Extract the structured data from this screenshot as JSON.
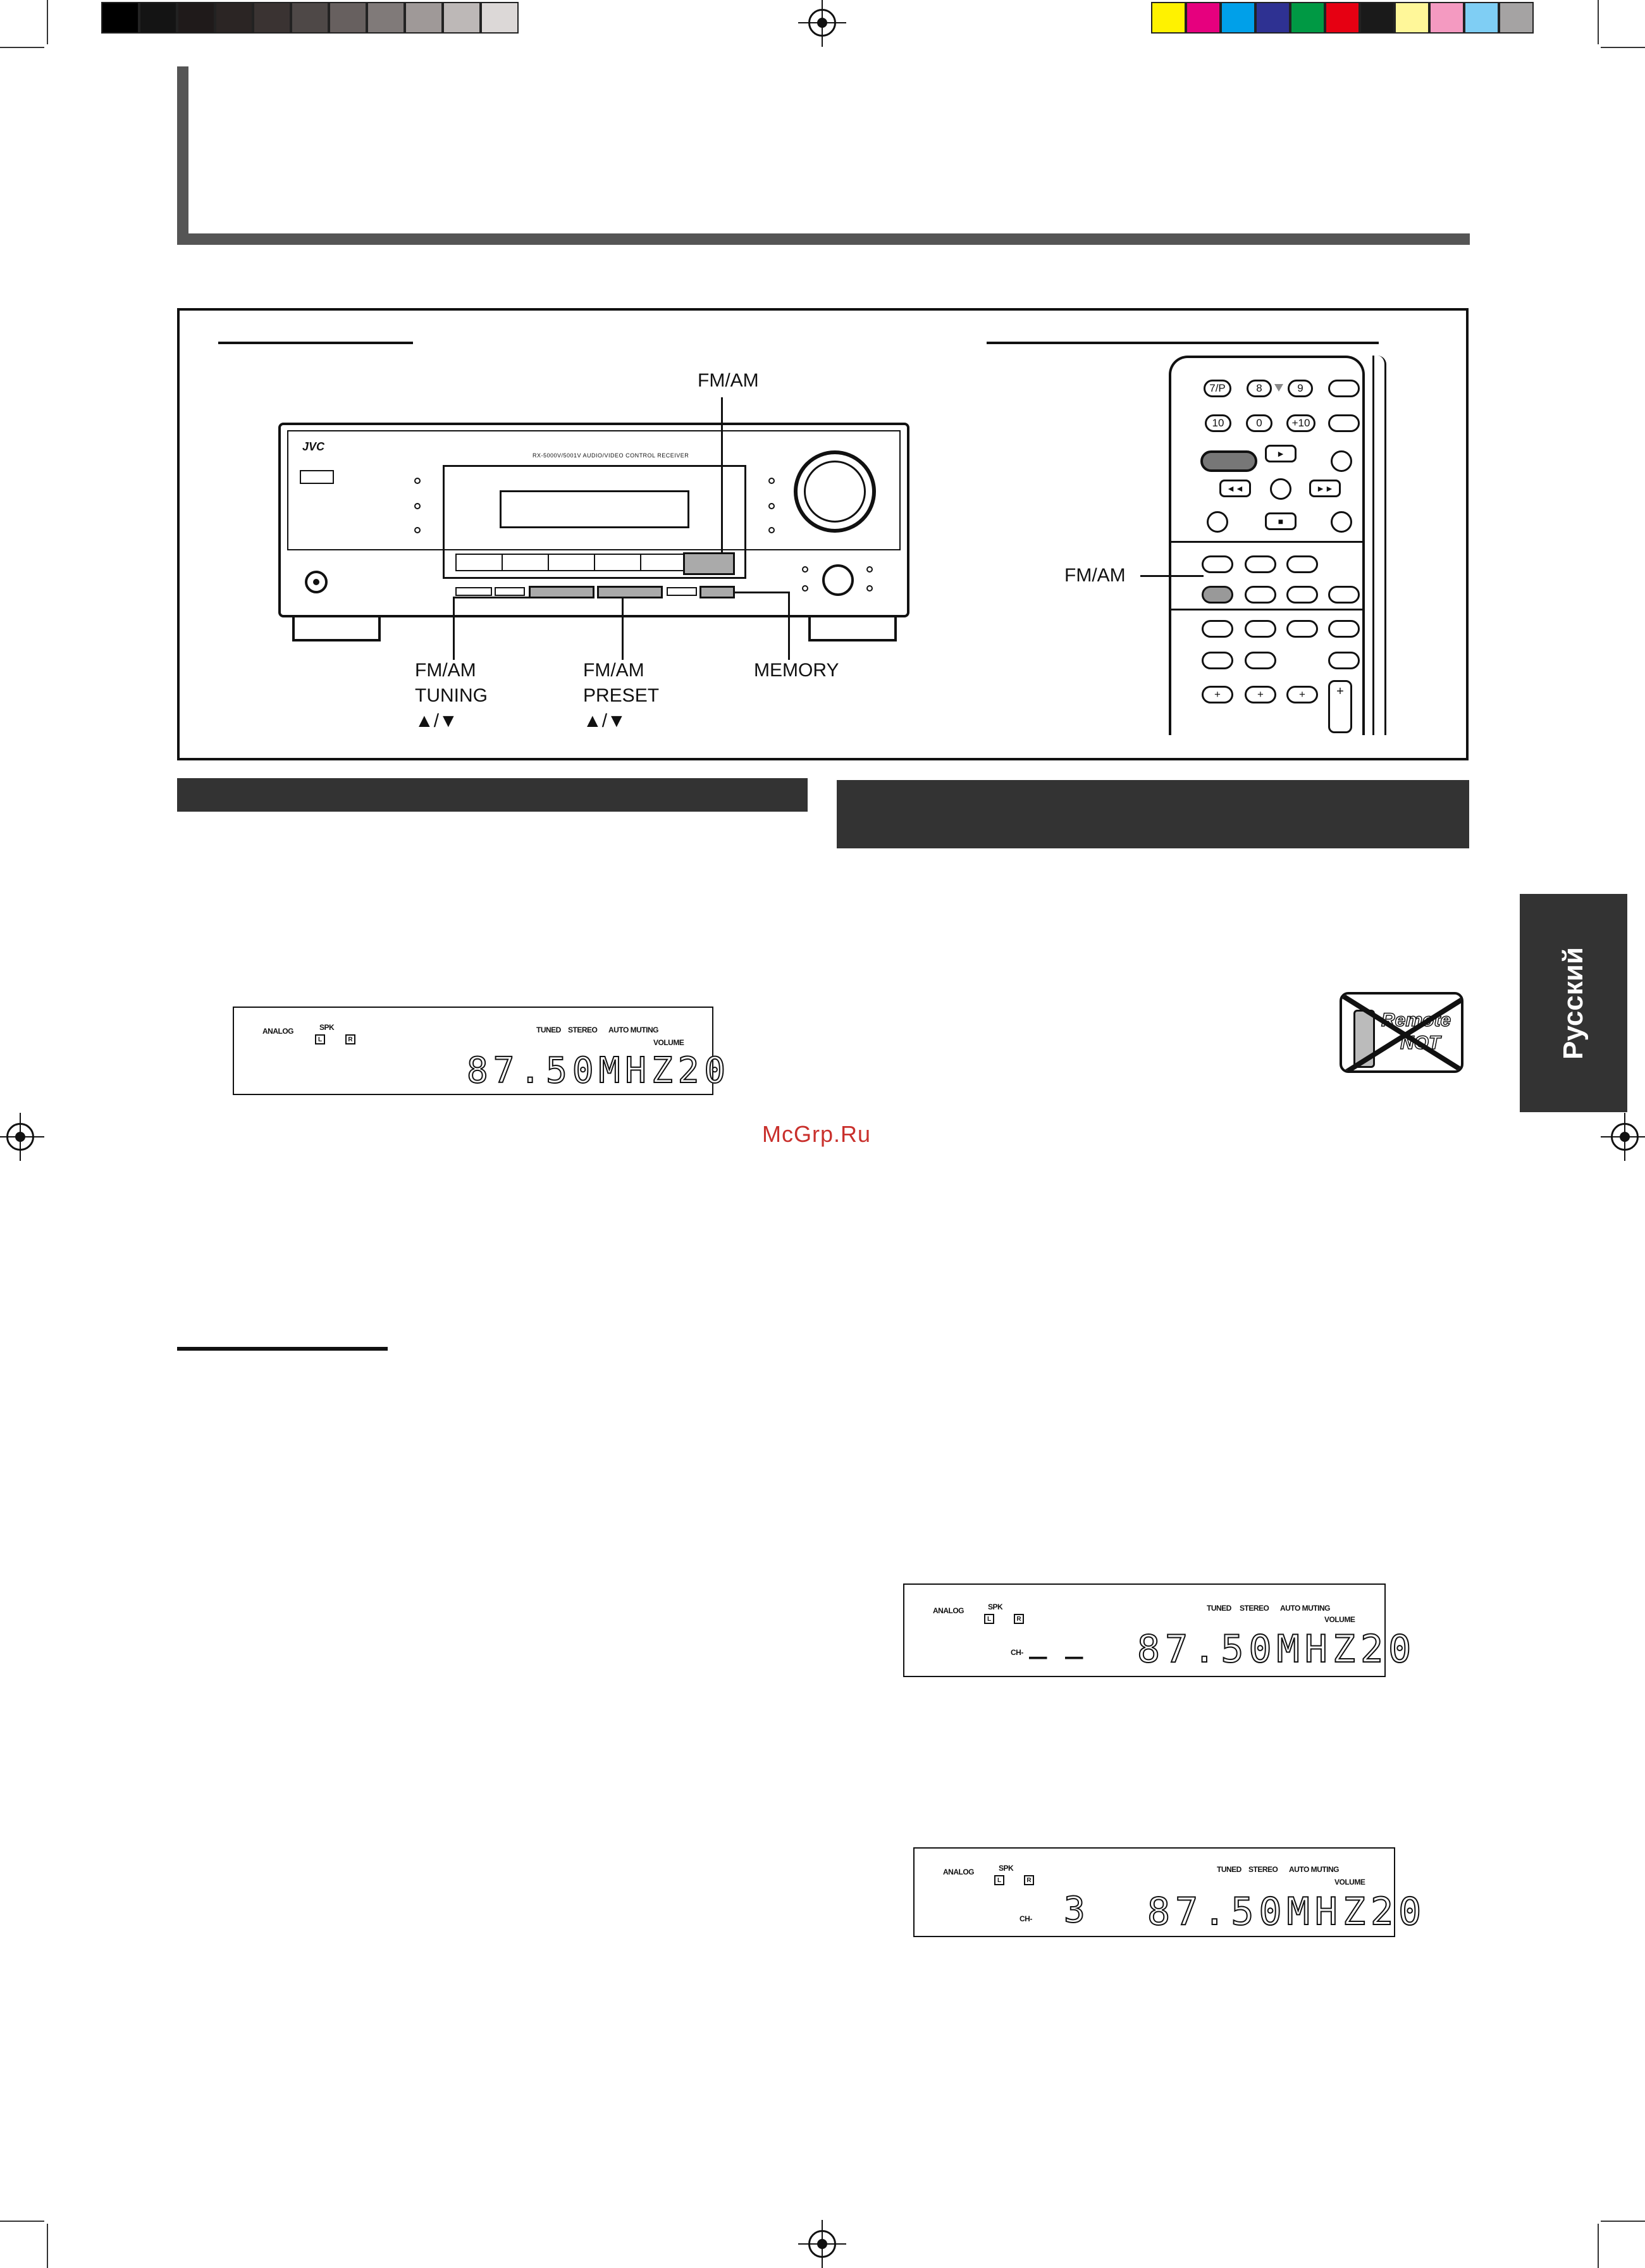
{
  "colors": {
    "gray_bars": [
      "#000000",
      "#141414",
      "#1f1a1a",
      "#2b2524",
      "#3a3332",
      "#4e4847",
      "#67605f",
      "#807a79",
      "#9f9998",
      "#bdb8b7",
      "#dcd8d7",
      "#ffffff"
    ],
    "color_bars": [
      "#fff200",
      "#e6007e",
      "#00a0e9",
      "#2e3192",
      "#009944",
      "#e60012",
      "#1a1a1a",
      "#fff799",
      "#f49ac1",
      "#7fcef4",
      "#a5a3a3"
    ],
    "section_bar": "#333333",
    "title_frame": "#555555",
    "watermark": "#c9302c"
  },
  "receiver": {
    "brand": "JVC",
    "model_text": "RX-5000V/5001V   AUDIO/VIDEO CONTROL RECEIVER"
  },
  "callouts": {
    "fmam_top": "FM/AM",
    "fmam_remote": "FM/AM",
    "tuning": [
      "FM/AM",
      "TUNING",
      "▲/▼"
    ],
    "preset": [
      "FM/AM",
      "PRESET",
      "▲/▼"
    ],
    "memory": "MEMORY"
  },
  "remote": {
    "row1": [
      "7/P",
      "8",
      "9"
    ],
    "row2": [
      "10",
      "0",
      "+10"
    ]
  },
  "lcd": {
    "analog": "ANALOG",
    "spk": "SPK",
    "spk_l": "L",
    "spk_r": "R",
    "tuned": "TUNED",
    "stereo": "STEREO",
    "auto_muting": "AUTO MUTING",
    "volume": "VOLUME",
    "frequency": "87.50MHZ20",
    "ch_label": "CH-",
    "ch_blank": "_ _",
    "ch_number": "3"
  },
  "badge": {
    "line1": "Remote",
    "line2": "NOT"
  },
  "language_tab": "Русский",
  "watermark": "McGrp.Ru"
}
